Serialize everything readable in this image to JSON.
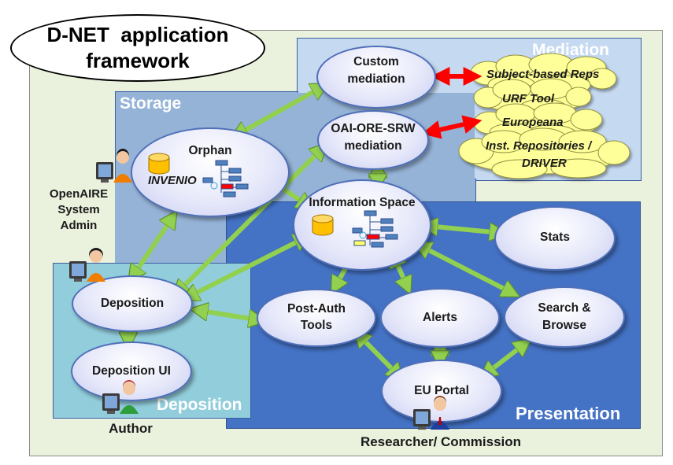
{
  "title": {
    "line1": "D-NET  application",
    "line2": "framework"
  },
  "regions": {
    "mediation": "Mediation",
    "storage": "Storage",
    "deposition": "Deposition",
    "presentation": "Presentation"
  },
  "nodes": {
    "custom_mediation": [
      "Custom",
      "mediation"
    ],
    "oai_ore_srw": [
      "OAI-ORE-SRW",
      "mediation"
    ],
    "orphan": "Orphan",
    "invenio": "INVENIO",
    "information_space": "Information Space",
    "stats": "Stats",
    "deposition": "Deposition",
    "deposition_ui": "Deposition UI",
    "post_auth": [
      "Post-Auth",
      "Tools"
    ],
    "alerts": "Alerts",
    "search_browse": [
      "Search &",
      "Browse"
    ],
    "eu_portal": "EU Portal"
  },
  "sources": {
    "subject_reps": "Subject-based Reps",
    "urf_tool": "URF Tool",
    "europeana": "Europeana",
    "inst_repos": [
      "Inst. Repositories /",
      "DRIVER"
    ]
  },
  "actors": {
    "admin": [
      "OpenAIRE",
      "System",
      "Admin"
    ],
    "author": "Author",
    "researcher": "Researcher/ Commission"
  },
  "colors": {
    "mediation_bg": "#c5d9f1",
    "storage_bg": "#95b3d7",
    "deposition_bg": "#92cddc",
    "presentation_bg": "#4472c4",
    "arrow_green": "#92d050",
    "arrow_red": "#ff0000",
    "cloud": "#ffff99"
  },
  "icons": [
    "computer-user-icon",
    "database-cylinder-icon",
    "tree-structure-icon"
  ]
}
